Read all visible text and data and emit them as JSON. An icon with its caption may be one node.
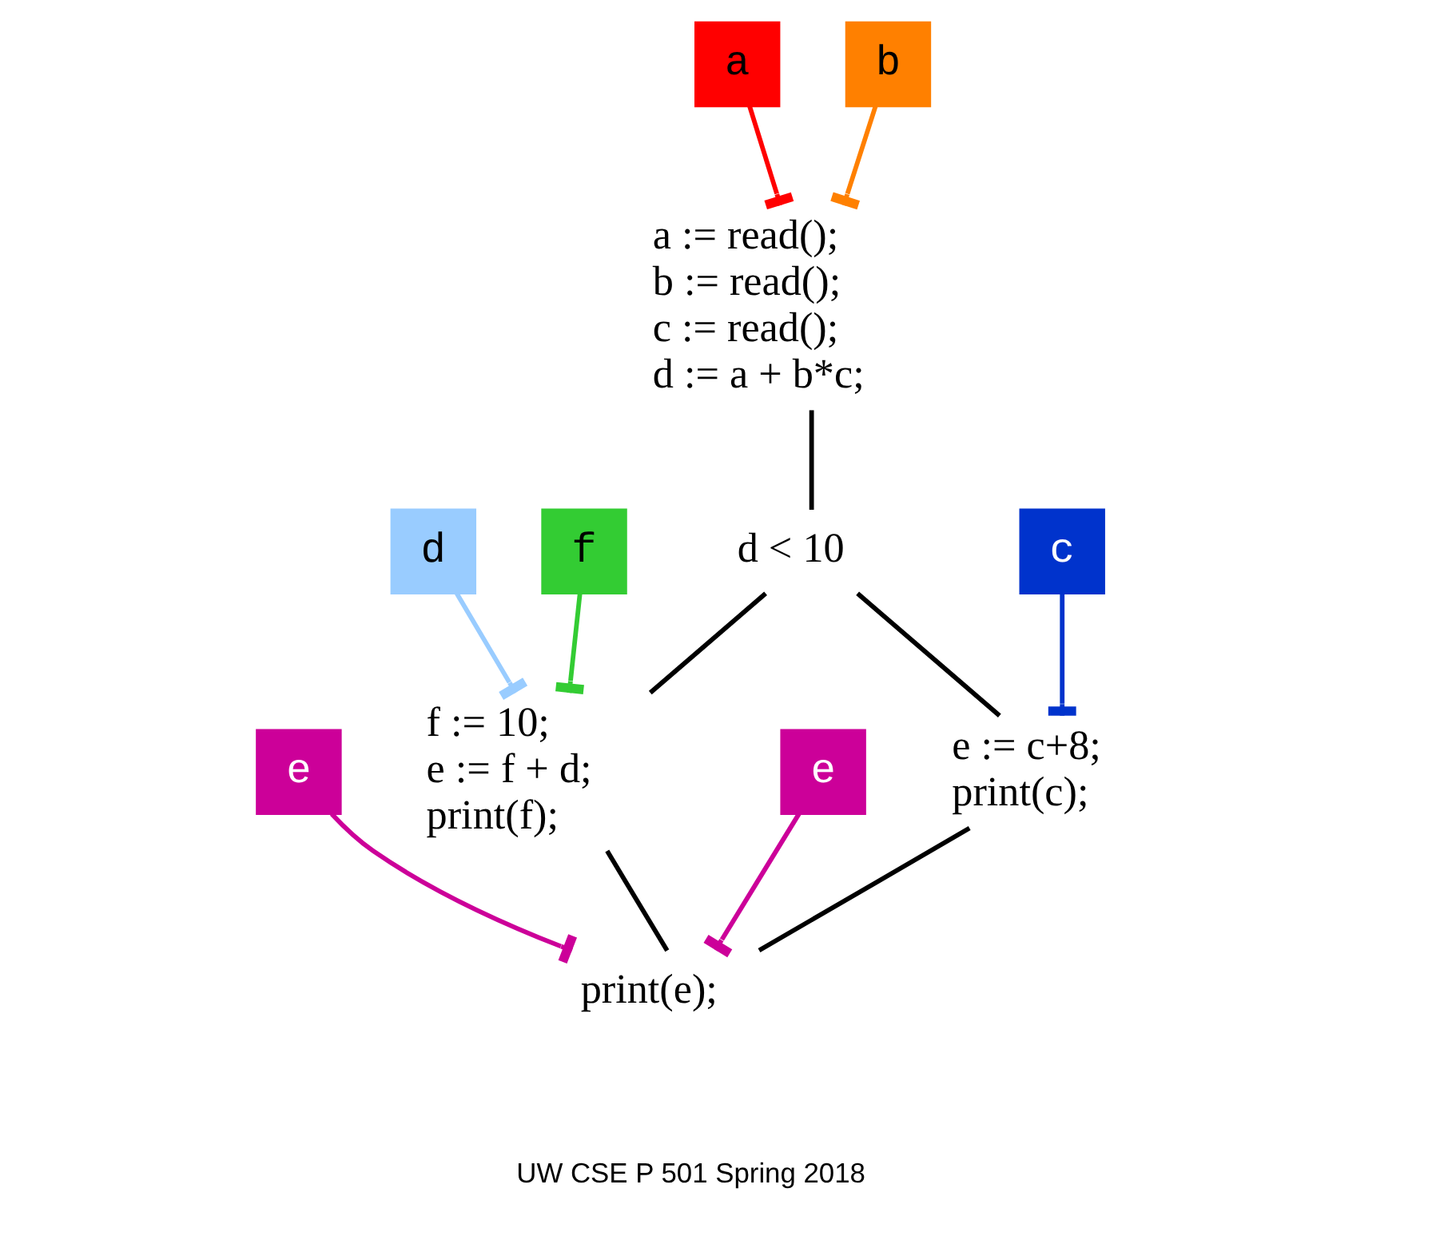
{
  "diagram": {
    "nodes": [
      {
        "text": [
          "a := read();",
          "b := read();",
          "c := read();",
          "d := a + b*c;"
        ]
      },
      {
        "text": [
          "a"
        ]
      },
      {
        "text": [
          "b"
        ]
      },
      {
        "text": [
          "c"
        ]
      },
      {
        "text": [
          "d"
        ]
      },
      {
        "text": [
          "d < 10"
        ]
      },
      {
        "text": [
          "e"
        ]
      },
      {
        "text": [
          "e := c+8;",
          "print(c);"
        ]
      },
      {
        "text": [
          "f := 10;",
          "e := f + d;",
          "print(f);"
        ]
      },
      {
        "text": [
          "e"
        ]
      },
      {
        "text": [
          "f"
        ]
      },
      {
        "text": [
          "print(e);"
        ]
      }
    ],
    "edges": [
      {
        "from": 1,
        "to": 0,
        "arrow": "other",
        "color": "#ff0000"
      },
      {
        "from": 2,
        "to": 0,
        "arrow": "other",
        "color": "#ff8000"
      },
      {
        "from": 0,
        "to": 5,
        "arrow": "none"
      },
      {
        "from": 3,
        "to": 7,
        "arrow": "other",
        "color": "#0033cc"
      },
      {
        "from": 4,
        "to": 8,
        "arrow": "other",
        "color": "#99ccff"
      },
      {
        "from": 5,
        "to": 7,
        "arrow": "none"
      },
      {
        "from": 5,
        "to": 8,
        "arrow": "none"
      },
      {
        "from": 10,
        "to": 8,
        "arrow": "other",
        "color": "#33cc33"
      },
      {
        "from": 6,
        "to": 11,
        "arrow": "other",
        "color": "#cc0099"
      },
      {
        "from": 9,
        "to": 11,
        "arrow": "other",
        "color": "#cc0099"
      },
      {
        "from": 7,
        "to": 11,
        "arrow": "none"
      },
      {
        "from": 8,
        "to": 11,
        "arrow": "none"
      }
    ],
    "labels": [
      "UW CSE P 501 Spring 2018"
    ]
  }
}
